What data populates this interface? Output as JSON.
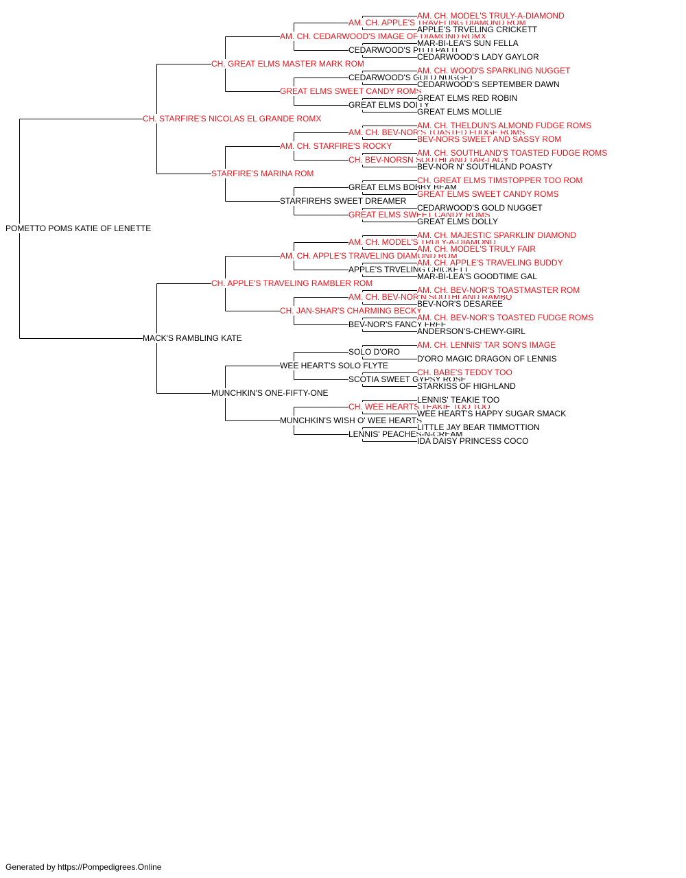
{
  "colors": {
    "champion": "#e8141b",
    "normal": "#000000",
    "line": "#000000"
  },
  "footer": {
    "text": "Generated by https://Pompedigrees.Online"
  },
  "pedigree": {
    "name": "POMETTO POMS KATIE OF LENETTE",
    "champion": false,
    "sire": {
      "name": "CH. STARFIRE'S NICOLAS EL GRANDE ROMX",
      "champion": true,
      "sire": {
        "name": "CH. GREAT ELMS MASTER MARK ROM",
        "champion": true,
        "sire": {
          "name": "AM. CH. CEDARWOOD'S IMAGE OF DIAMOND ROMX",
          "champion": true,
          "sire": {
            "name": "AM. CH. APPLE'S TRAVELING DIAMOND ROM",
            "champion": true,
            "sire": {
              "name": "AM. CH. MODEL'S TRULY-A-DIAMOND",
              "champion": true
            },
            "dam": {
              "name": "APPLE'S TRVELING CRICKETT",
              "champion": false
            }
          },
          "dam": {
            "name": "CEDARWOOD'S PITTI PATTI",
            "champion": false,
            "sire": {
              "name": "MAR-BI-LEA'S SUN FELLA",
              "champion": false
            },
            "dam": {
              "name": "CEDARWOOD'S LADY GAYLOR",
              "champion": false
            }
          }
        },
        "dam": {
          "name": "GREAT ELMS SWEET CANDY ROMS",
          "champion": true,
          "sire": {
            "name": "CEDARWOOD'S GOLD NUGGET",
            "champion": false,
            "sire": {
              "name": "AM. CH. WOOD'S SPARKLING NUGGET",
              "champion": true
            },
            "dam": {
              "name": "CEDARWOOD'S SEPTEMBER DAWN",
              "champion": false
            }
          },
          "dam": {
            "name": "GREAT ELMS DOLLY",
            "champion": false,
            "sire": {
              "name": "GREAT ELMS RED ROBIN",
              "champion": false
            },
            "dam": {
              "name": "GREAT ELMS MOLLIE",
              "champion": false
            }
          }
        }
      },
      "dam": {
        "name": "STARFIRE'S MARINA ROM",
        "champion": true,
        "sire": {
          "name": "AM. CH. STARFIRE'S ROCKY",
          "champion": true,
          "sire": {
            "name": "AM. CH. BEV-NOR'S TOASTED FUDGE ROMS",
            "champion": true,
            "sire": {
              "name": "AM. CH. THELDUN'S ALMOND FUDGE ROMS",
              "champion": true
            },
            "dam": {
              "name": "BEV-NORS SWEET AND SASSY ROM",
              "champion": true
            }
          },
          "dam": {
            "name": "CH. BEV-NORSN SOUTHLAND TAR-LACY",
            "champion": true,
            "sire": {
              "name": "AM. CH. SOUTHLAND'S TOASTED FUDGE ROMS",
              "champion": true
            },
            "dam": {
              "name": "BEV-NOR N' SOUTHLAND POASTY",
              "champion": false
            }
          }
        },
        "dam": {
          "name": "STARFIREHS SWEET DREAMER",
          "champion": false,
          "sire": {
            "name": "GREAT ELMS BOBBY BEAM",
            "champion": false,
            "sire": {
              "name": "CH. GREAT ELMS TIMSTOPPER TOO ROM",
              "champion": true
            },
            "dam": {
              "name": "GREAT ELMS SWEET CANDY ROMS",
              "champion": true
            }
          },
          "dam": {
            "name": "GREAT ELMS SWEET CANDY ROMS",
            "champion": true,
            "sire": {
              "name": "CEDARWOOD'S GOLD NUGGET",
              "champion": false
            },
            "dam": {
              "name": "GREAT ELMS DOLLY",
              "champion": false
            }
          }
        }
      }
    },
    "dam": {
      "name": "MACK'S RAMBLING KATE",
      "champion": false,
      "sire": {
        "name": "CH. APPLE'S TRAVELING RAMBLER ROM",
        "champion": true,
        "sire": {
          "name": "AM. CH. APPLE'S TRAVELING DIAMOND ROM",
          "champion": true,
          "sire": {
            "name": "AM. CH. MODEL'S TRULY-A-DIAMOND",
            "champion": true,
            "sire": {
              "name": "AM. CH. MAJESTIC SPARKLIN' DIAMOND",
              "champion": true
            },
            "dam": {
              "name": "AM. CH. MODEL'S TRULY FAIR",
              "champion": true
            }
          },
          "dam": {
            "name": "APPLE'S TRVELING CRICKETT",
            "champion": false,
            "sire": {
              "name": "AM. CH. APPLE'S TRAVELING BUDDY",
              "champion": true
            },
            "dam": {
              "name": "MAR-BI-LEA'S GOODTIME GAL",
              "champion": false
            }
          }
        },
        "dam": {
          "name": "CH. JAN-SHAR'S CHARMING BECKY",
          "champion": true,
          "sire": {
            "name": "AM. CH. BEV-NOR'N SOUTHLAND RAMBO",
            "champion": true,
            "sire": {
              "name": "AM. CH. BEV-NOR'S TOASTMASTER ROM",
              "champion": true
            },
            "dam": {
              "name": "BEV-NOR'S DESAREE",
              "champion": false
            }
          },
          "dam": {
            "name": "BEV-NOR'S FANCY FREE",
            "champion": false,
            "sire": {
              "name": "AM. CH. BEV-NOR'S TOASTED FUDGE ROMS",
              "champion": true
            },
            "dam": {
              "name": "ANDERSON'S-CHEWY-GIRL",
              "champion": false
            }
          }
        }
      },
      "dam": {
        "name": "MUNCHKIN'S ONE-FIFTY-ONE",
        "champion": false,
        "sire": {
          "name": "WEE HEART'S SOLO FLYTE",
          "champion": false,
          "sire": {
            "name": "SOLO D'ORO",
            "champion": false,
            "sire": {
              "name": "AM. CH. LENNIS' TAR SON'S IMAGE",
              "champion": true
            },
            "dam": {
              "name": "D'ORO MAGIC DRAGON OF LENNIS",
              "champion": false
            }
          },
          "dam": {
            "name": "SCOTIA SWEET GYPSY ROSE",
            "champion": false,
            "sire": {
              "name": "CH. BABE'S TEDDY TOO",
              "champion": true
            },
            "dam": {
              "name": "STARKISS OF HIGHLAND",
              "champion": false
            }
          }
        },
        "dam": {
          "name": "MUNCHKIN'S WISH O' WEE HEARTS",
          "champion": false,
          "sire": {
            "name": "CH. WEE HEARTS TEAKIE TOO TOO",
            "champion": true,
            "sire": {
              "name": "LENNIS' TEAKIE TOO",
              "champion": false
            },
            "dam": {
              "name": "WEE HEART'S HAPPY SUGAR SMACK",
              "champion": false
            }
          },
          "dam": {
            "name": "LENNIS' PEACHES-N-CREAM",
            "champion": false,
            "sire": {
              "name": "LITTLE JAY BEAR TIMMOTTION",
              "champion": false
            },
            "dam": {
              "name": "IDA DAISY PRINCESS COCO",
              "champion": false
            }
          }
        }
      }
    }
  }
}
